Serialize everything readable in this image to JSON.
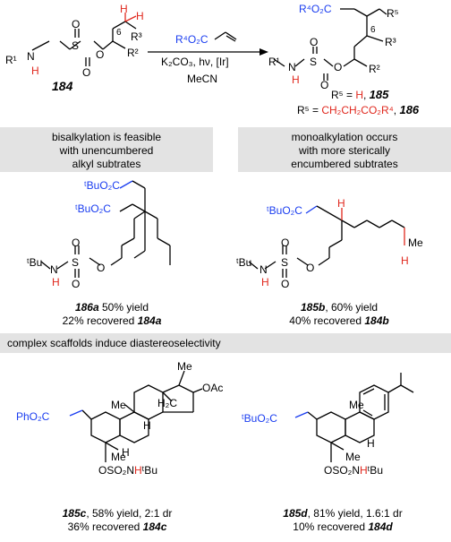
{
  "colors": {
    "accent_blue": "#1a3df0",
    "accent_red": "#e0281e",
    "banner_gray": "#e3e3e3"
  },
  "scheme": {
    "sm_label": "184",
    "reagent_top": "R⁴O₂C",
    "reagent_mid": "K₂CO₃, hν, [Ir]",
    "solvent": "MeCN",
    "sm_atoms": {
      "h1": "H",
      "h2": "H",
      "r3": "R³",
      "pos6": "6",
      "r1": "R¹",
      "n": "N",
      "h": "H",
      "s": "S",
      "o1": "O",
      "o2": "O",
      "o3": "O",
      "r2": "R²"
    },
    "prod_atoms": {
      "ester": "R⁴O₂C",
      "r5": "R⁵",
      "r3": "R³",
      "pos6": "6",
      "r1": "R¹",
      "n": "N",
      "h": "H",
      "s": "S",
      "o1": "O",
      "o2": "O",
      "o3": "O",
      "r2": "R²"
    },
    "r5_h_prefix": "R⁵ = ",
    "r5_h_value": "H",
    "r5_h_compound": "185",
    "r5_alkyl_prefix": "R⁵ = ",
    "r5_alkyl_value": "CH₂CH₂CO₂R⁴",
    "r5_alkyl_compound": "186"
  },
  "banners": {
    "left": [
      "bisalkylation is feasible",
      "with unencumbered",
      "alkyl subtrates"
    ],
    "right": [
      "monoalkylation occurs",
      "with more sterically",
      "encumbered subtrates"
    ],
    "bottom": "complex scaffolds induce diastereoselectivity"
  },
  "compounds": {
    "a": {
      "ester1": "ᵗBuO₂C",
      "ester2": "ᵗBuO₂C",
      "tbu": "ᵗBu",
      "n": "N",
      "h": "H",
      "s": "S",
      "o1": "O",
      "o2": "O",
      "o3": "O",
      "label": "186a",
      "yield": " 50% yield",
      "recovered_prefix": "22% recovered ",
      "recovered_label": "184a"
    },
    "b": {
      "ester": "ᵗBuO₂C",
      "h_top": "H",
      "me": "Me",
      "h_bot": "H",
      "tbu": "ᵗBu",
      "n": "N",
      "h": "H",
      "s": "S",
      "o1": "O",
      "o2": "O",
      "o3": "O",
      "label": "185b",
      "yield": ", 60% yield",
      "recovered_prefix": "40% recovered ",
      "recovered_label": "184b"
    },
    "c": {
      "me_top": "Me",
      "oac": "OAc",
      "me_mid": "Me",
      "h2c": "H₂C",
      "h_ring": "H",
      "ester": "PhO₂C",
      "h_low": "H",
      "me_low": "Me",
      "so2": "OSO₂N",
      "nh": "H",
      "tbu": "ᵗBu",
      "label": "185c",
      "yield": ", 58% yield, 2:1 dr",
      "recovered_prefix": "36% recovered ",
      "recovered_label": "184c"
    },
    "d": {
      "me": "Me",
      "ester": "ᵗBuO₂C",
      "h_ring": "H",
      "me_low": "Me",
      "so2": "OSO₂N",
      "nh": "H",
      "tbu": "ᵗBu",
      "label": "185d",
      "yield": ", 81% yield, 1.6:1 dr",
      "recovered_prefix": "10% recovered ",
      "recovered_label": "184d"
    }
  }
}
